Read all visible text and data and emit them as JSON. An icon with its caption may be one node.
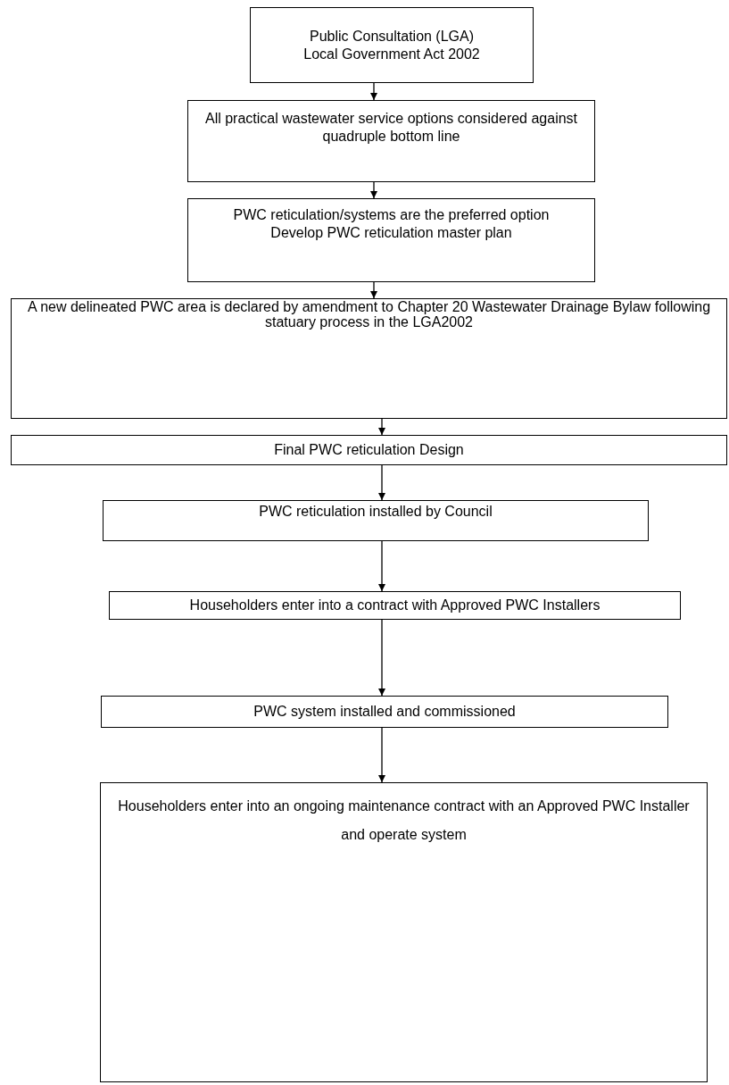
{
  "diagram": {
    "nodes": [
      {
        "text": [
          "Public Consultation (LGA)",
          "Local Government Act 2002"
        ]
      },
      {
        "text": [
          "All practical wastewater service options considered against quadruple bottom line"
        ]
      },
      {
        "text": [
          "PWC reticulation/systems are the preferred option",
          "Develop PWC reticulation master plan"
        ]
      },
      {
        "text": [
          "A new delineated PWC area is declared by amendment to Chapter 20 Wastewater Drainage Bylaw following statuary process in the LGA2002"
        ]
      },
      {
        "text": [
          "Final PWC reticulation Design"
        ]
      },
      {
        "text": [
          "PWC reticulation installed by Council"
        ]
      },
      {
        "text": [
          "Householders enter into a contract with Approved PWC Installers"
        ]
      },
      {
        "text": [
          "PWC system installed and commissioned"
        ]
      },
      {
        "text": [
          "Householders enter into an ongoing maintenance contract with an Approved PWC Installer and operate system"
        ]
      }
    ],
    "edges": [
      {
        "from": 0,
        "to": 1,
        "arrow": "to"
      },
      {
        "from": 1,
        "to": 2,
        "arrow": "to"
      },
      {
        "from": 2,
        "to": 3,
        "arrow": "to"
      },
      {
        "from": 3,
        "to": 4,
        "arrow": "to"
      },
      {
        "from": 4,
        "to": 5,
        "arrow": "to"
      },
      {
        "from": 5,
        "to": 6,
        "arrow": "to"
      },
      {
        "from": 6,
        "to": 7,
        "arrow": "to"
      },
      {
        "from": 7,
        "to": 8,
        "arrow": "to"
      }
    ]
  }
}
